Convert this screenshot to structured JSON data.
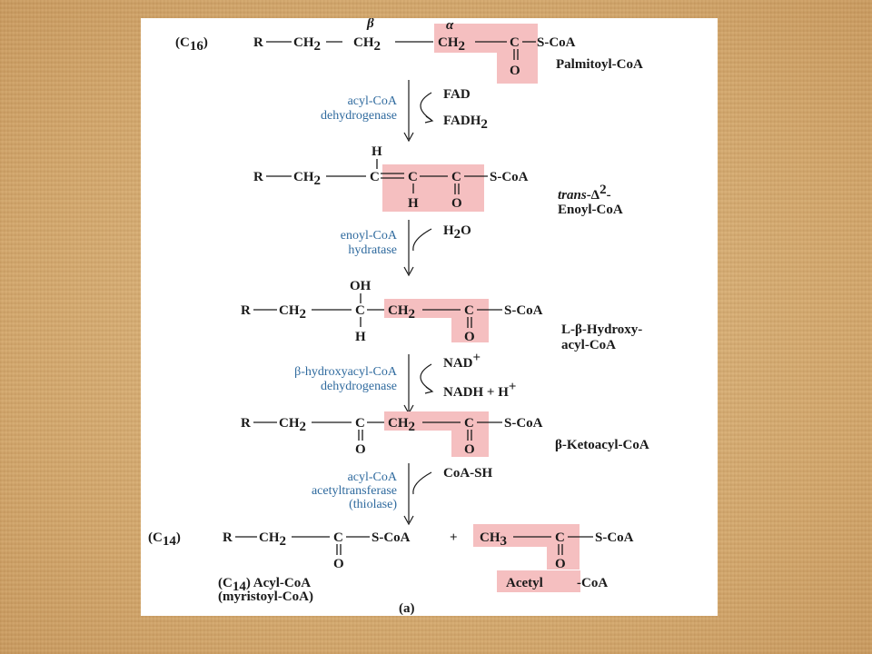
{
  "colors": {
    "highlight": "#f5bfc0",
    "enzyme_text": "#2f6a9e",
    "background": "#d7b07a"
  },
  "step1": {
    "c16": "(C",
    "c16_sub": "16",
    "c16_close": ")",
    "r": "R",
    "ch2a": "CH",
    "ch2b": "CH",
    "ch2c": "CH",
    "two": "2",
    "beta": "β",
    "alpha": "α",
    "c": "C",
    "o": "O",
    "scoa": "S-CoA",
    "name": "Palmitoyl-CoA"
  },
  "enzyme1": {
    "line1": "acyl-CoA",
    "line2": "dehydrogenase",
    "cofactor_in": "FAD",
    "cofactor_out": "FADH",
    "cofactor_out_sub": "2"
  },
  "step2": {
    "r": "R",
    "ch2": "CH",
    "two": "2",
    "h_top": "H",
    "c1": "C",
    "c2": "C",
    "c3": "C",
    "h_bottom": "H",
    "o": "O",
    "scoa": "S-CoA",
    "name_l1_italic": "trans",
    "name_l1_rest": "-Δ",
    "name_l1_sup": "2",
    "name_l1_end": "-",
    "name_l2": "Enoyl-CoA"
  },
  "enzyme2": {
    "line1": "enoyl-CoA",
    "line2": "hydratase",
    "cofactor_in": "H",
    "cofactor_in_sub": "2",
    "cofactor_in_end": "O"
  },
  "step3": {
    "oh": "OH",
    "r": "R",
    "ch2a": "CH",
    "two": "2",
    "c1": "C",
    "ch2b": "CH",
    "c2": "C",
    "h": "H",
    "o": "O",
    "scoa": "S-CoA",
    "name_l1": "L-β-Hydroxy-",
    "name_l2": "acyl-CoA"
  },
  "enzyme3": {
    "line1": "β-hydroxyacyl-CoA",
    "line2": "dehydrogenase",
    "cofactor_in": "NAD",
    "cofactor_in_sup": "+",
    "cofactor_out": "NADH + H",
    "cofactor_out_sup": "+"
  },
  "step4": {
    "r": "R",
    "ch2a": "CH",
    "two": "2",
    "c1": "C",
    "ch2b": "CH",
    "c2": "C",
    "o1": "O",
    "o2": "O",
    "scoa": "S-CoA",
    "name": "β-Ketoacyl-CoA"
  },
  "enzyme4": {
    "line1": "acyl-CoA",
    "line2": "acetyltransferase",
    "line3": "(thiolase)",
    "cofactor_in": "CoA-SH"
  },
  "step5": {
    "c14": "(C",
    "c14_sub": "14",
    "c14_close": ")",
    "r": "R",
    "ch2": "CH",
    "two": "2",
    "c1": "C",
    "o1": "O",
    "scoa1": "S-CoA",
    "plus": "+",
    "ch3": "CH",
    "three": "3",
    "c2": "C",
    "o2": "O",
    "scoa2": "S-CoA",
    "name_l1": "(C",
    "name_l1_sub": "14",
    "name_l1_rest": ") Acyl-CoA",
    "name_l2": "(myristoyl-CoA)",
    "acetyl": "Acetyl",
    "acetyl_rest": "-CoA"
  },
  "panel_label": "(a)"
}
